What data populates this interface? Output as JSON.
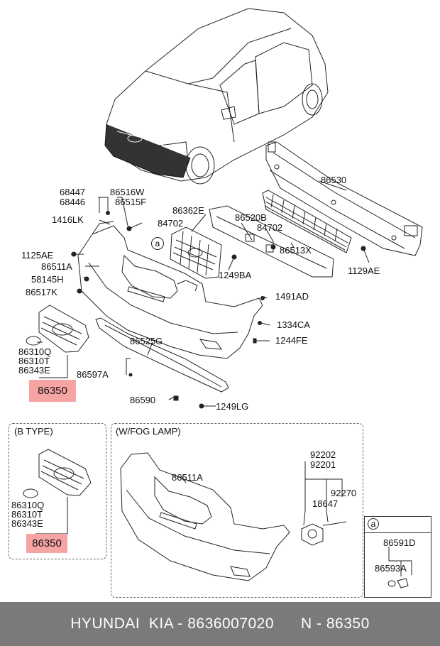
{
  "labels": {
    "p68447": "68447",
    "p68446": "68446",
    "p86516w": "86516W",
    "p86515f": "86515F",
    "p1416lk": "1416LK",
    "p86362e": "86362E",
    "p84702a": "84702",
    "p86520b": "86520B",
    "p84702b": "84702",
    "p86530": "86530",
    "p86513x": "86513X",
    "p1125ae": "1125AE",
    "p86511a": "86511A",
    "p58145h": "58145H",
    "p86517k": "86517K",
    "p1249ba": "1249BA",
    "p1129ae": "1129AE",
    "p1491ad": "1491AD",
    "p1334ca": "1334CA",
    "p1244fe": "1244FE",
    "p86525g": "86525G",
    "p86310q": "86310Q",
    "p86310t": "86310T",
    "p86343e": "86343E",
    "p86597a": "86597A",
    "p86590": "86590",
    "p1249lg": "1249LG",
    "highlight": "86350",
    "circle_a": "a"
  },
  "btype": {
    "title": "(B TYPE)",
    "p86310q": "86310Q",
    "p86310t": "86310T",
    "p86343e": "86343E",
    "highlight": "86350"
  },
  "foglamp": {
    "title": "(W/FOG LAMP)",
    "p86511a": "86511A",
    "p92202": "92202",
    "p92201": "92201",
    "p92270": "92270",
    "p18647": "18647"
  },
  "callout": {
    "circle": "a",
    "p86591d": "86591D",
    "p86593a": "86593A"
  },
  "footer": {
    "text": "HYUNDAI  KIA - 8636007020      N - 86350"
  },
  "colors": {
    "highlight": "#f6a3a3",
    "footer_bg": "#7a7a7a",
    "line": "#222222"
  }
}
